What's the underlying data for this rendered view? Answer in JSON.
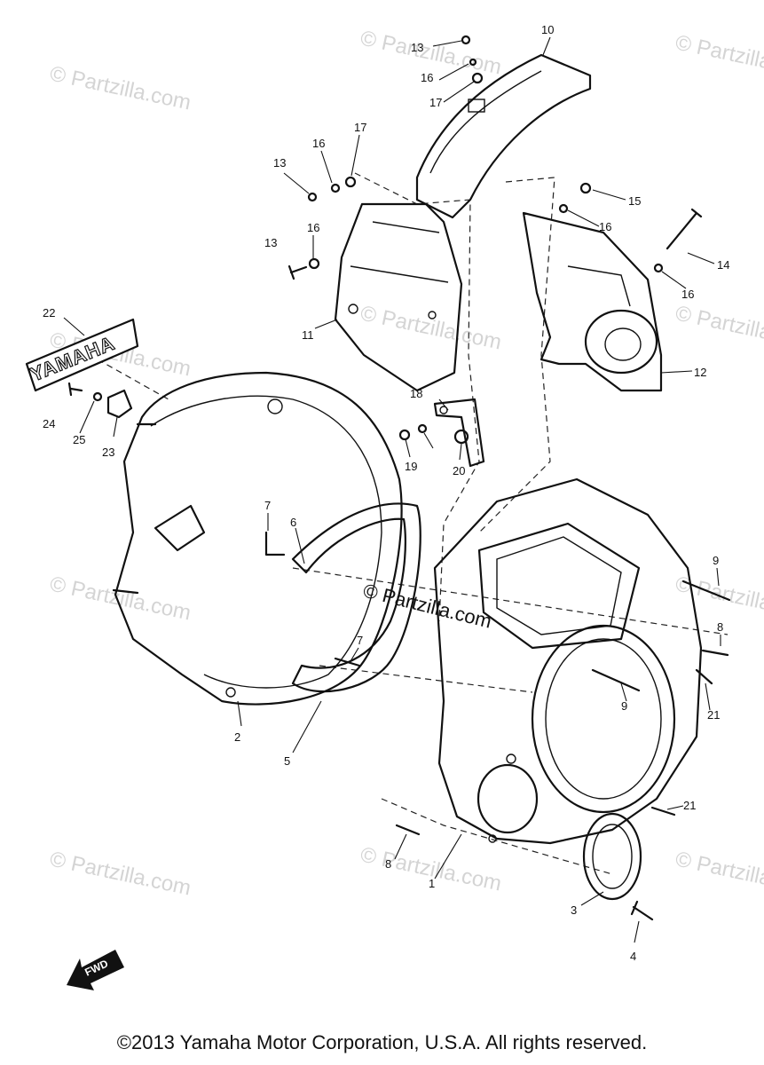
{
  "watermark": "© Partzilla.com",
  "watermark_center": "© Partzilla.com",
  "emblem_text": "YAMAHA",
  "forward_label": "FWD",
  "copyright": "©2013 Yamaha Motor Corporation, U.S.A. All rights reserved.",
  "callouts": [
    "1",
    "2",
    "3",
    "4",
    "5",
    "6",
    "7",
    "7",
    "8",
    "8",
    "9",
    "9",
    "10",
    "11",
    "12",
    "13",
    "13",
    "13",
    "14",
    "15",
    "16",
    "16",
    "16",
    "16",
    "16",
    "17",
    "17",
    "18",
    "19",
    "20",
    "21",
    "21",
    "22",
    "23",
    "24",
    "25"
  ]
}
